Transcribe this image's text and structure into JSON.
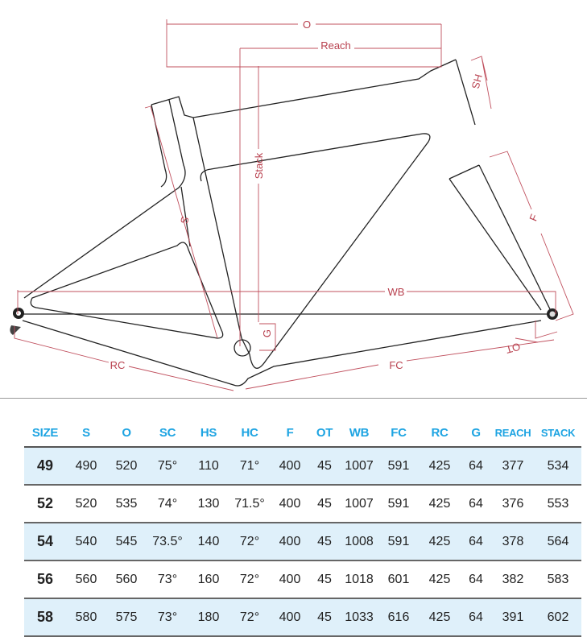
{
  "diagram": {
    "labels": {
      "O": "O",
      "Reach": "Reach",
      "Stack": "Stack",
      "HS": "HS",
      "S": "S",
      "F": "F",
      "WB": "WB",
      "G": "G",
      "OT": "OT",
      "RC": "RC",
      "FC": "FC"
    },
    "colors": {
      "dimension": "#c0505e",
      "frame": "#222222"
    }
  },
  "table": {
    "header_color": "#1ea4e2",
    "stripe_color": "#dff0fa",
    "columns": [
      "SIZE",
      "S",
      "O",
      "SC",
      "HS",
      "HC",
      "F",
      "OT",
      "WB",
      "FC",
      "RC",
      "G",
      "REACH",
      "STACK"
    ],
    "rows": [
      [
        "49",
        "490",
        "520",
        "75°",
        "110",
        "71°",
        "400",
        "45",
        "1007",
        "591",
        "425",
        "64",
        "377",
        "534"
      ],
      [
        "52",
        "520",
        "535",
        "74°",
        "130",
        "71.5°",
        "400",
        "45",
        "1007",
        "591",
        "425",
        "64",
        "376",
        "553"
      ],
      [
        "54",
        "540",
        "545",
        "73.5°",
        "140",
        "72°",
        "400",
        "45",
        "1008",
        "591",
        "425",
        "64",
        "378",
        "564"
      ],
      [
        "56",
        "560",
        "560",
        "73°",
        "160",
        "72°",
        "400",
        "45",
        "1018",
        "601",
        "425",
        "64",
        "382",
        "583"
      ],
      [
        "58",
        "580",
        "575",
        "73°",
        "180",
        "72°",
        "400",
        "45",
        "1033",
        "616",
        "425",
        "64",
        "391",
        "602"
      ]
    ]
  }
}
